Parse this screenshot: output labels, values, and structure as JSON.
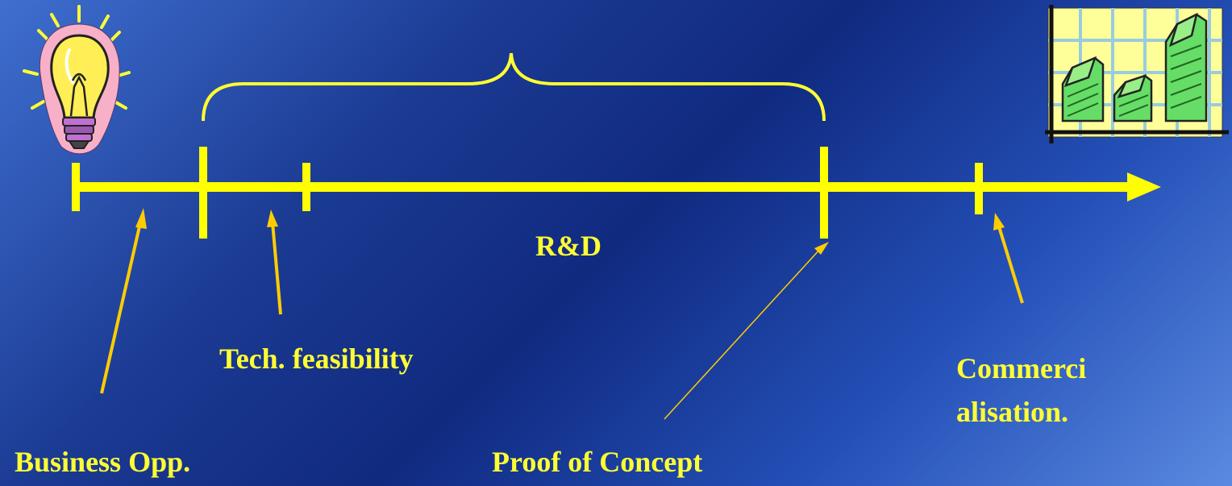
{
  "diagram": {
    "milestones": {
      "business": "Business Opp.",
      "tech": "Tech. feasibility",
      "rd": "R&D",
      "proof": "Proof of Concept",
      "commercialisation_line1": "Commerci",
      "commercialisation_line2": "alisation."
    },
    "icons": {
      "start": "lightbulb-icon",
      "end": "money-growth-chart-icon"
    },
    "colors": {
      "accent": "#ffff00",
      "arrow": "#ffcc00",
      "text": "#ffff33"
    }
  }
}
